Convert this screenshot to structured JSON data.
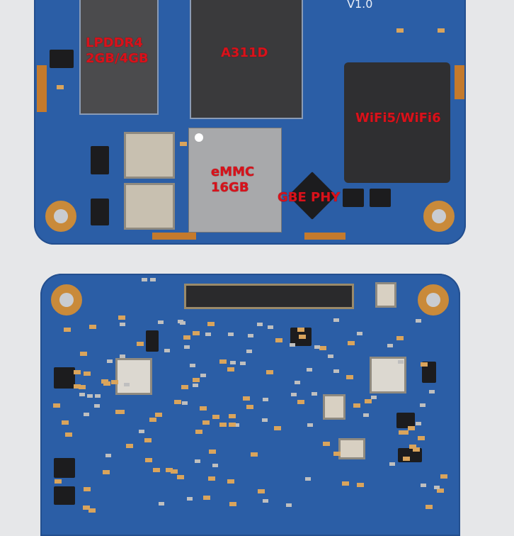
{
  "top_board": {
    "version": "V1.0",
    "ram_label": "LPDDR4\n2GB/4GB",
    "ram_line1": "LPDDR4",
    "ram_line2": "2GB/4GB",
    "soc_label": "A311D",
    "wifi_label": "WiFi5/WiFi6",
    "emmc_line1": "eMMC",
    "emmc_line2": "16GB",
    "phy_label": "GBE PHY"
  },
  "colors": {
    "pcb": "#2b5ea6",
    "label": "#d8121b",
    "background": "#e6e7e9",
    "pads": "#c47a2c"
  }
}
